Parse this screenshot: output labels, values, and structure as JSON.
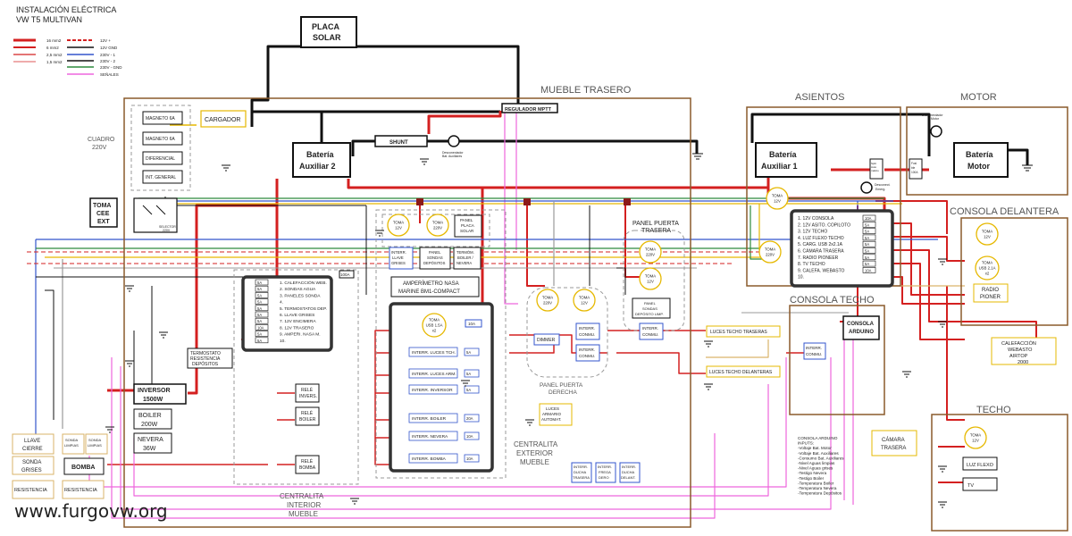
{
  "header": {
    "title_line1": "INSTALACIÓN ELÉCTRICA",
    "title_line2": "VW T5 MULTIVAN"
  },
  "legend": {
    "left": [
      "16 mm2",
      "6 mm2",
      "2,5 mm2",
      "1,5 mm2"
    ],
    "right": [
      "12V +",
      "12V GND",
      "230V - 1",
      "230V - 2",
      "230V - GND",
      "SEÑALES"
    ]
  },
  "colors": {
    "red": "#d42020",
    "black": "#111111",
    "blue": "#3355cc",
    "green": "#2e8b3e",
    "yellow": "#e6b800",
    "pink": "#ee66dd",
    "grey": "#999999",
    "tan": "#d9b36a"
  },
  "sections": {
    "mueble_trasero": "MUEBLE TRASERO",
    "asientos": "ASIENTOS",
    "motor": "MOTOR",
    "consola_delantera": "CONSOLA DELANTERA",
    "consola_techo": "CONSOLA TECHO",
    "techo": "TECHO",
    "cuadro": [
      "CUADRO",
      "220V"
    ],
    "centralita_interior": [
      "CENTRALITA",
      "INTERIOR",
      "MUEBLE"
    ],
    "centralita_exterior": [
      "CENTRALITA",
      "EXTERIOR",
      "MUEBLE"
    ],
    "panel_puerta_derecha": [
      "PANEL PUERTA",
      "DERECHA"
    ],
    "panel_puerta_trasera": [
      "PANEL PUERTA",
      "TRASERA"
    ]
  },
  "components": {
    "placa_solar": [
      "PLACA",
      "SOLAR"
    ],
    "regulador": "REGULADOR MPTT",
    "cargador": "CARGADOR",
    "magneto_1": "MAGNETO 6A",
    "magneto_2": "MAGNETO 6A",
    "diferencial": "DIFERENCIAL",
    "int_general": "INT. GENERAL",
    "shunt": "SHUNT",
    "desconectador_aux": [
      "Desconectador",
      "Bat. Auxiliares"
    ],
    "bateria_aux2": [
      "Batería",
      "Auxiliar 2"
    ],
    "bateria_aux1": [
      "Batería",
      "Auxiliar 1"
    ],
    "bateria_motor": [
      "Batería",
      "Motor"
    ],
    "desconectador_motor": [
      "Desconectador",
      "Motor"
    ],
    "toma_cee": [
      "TOMA",
      "CEE",
      "EXT"
    ],
    "selector": [
      "SELECTOR",
      "220V"
    ],
    "split_auto": [
      "Split",
      "Auto",
      "mático"
    ],
    "fusible": [
      "Fusi",
      "ble",
      "100A"
    ],
    "desconect_emerg": [
      "Desconect.",
      "Emerg."
    ],
    "amperimetro": [
      "AMPERÍMETRO NASA",
      "MARINE BM1-COMPACT"
    ],
    "panel_placa_solar": [
      "PANEL",
      "PLACA",
      "SOLAR"
    ],
    "interr_llave_grises": [
      "INTERR.",
      "LLAVE",
      "GRISES"
    ],
    "panel_sondas": [
      "PANEL",
      "SONDAS",
      "DEPÓSITOS"
    ],
    "termom_boiler": [
      "TERMÓM.",
      "BOILER /",
      "NEVERA"
    ],
    "termostato": [
      "TERMOSTATO",
      "RESISTENCIA",
      "DEPÓSITOS"
    ],
    "inversor": [
      "INVERSOR",
      "1500W"
    ],
    "boiler": [
      "BOILER",
      "200W"
    ],
    "nevera": [
      "NEVERA",
      "36W"
    ],
    "bomba": "BOMBA",
    "rele_invers": [
      "RELÉ",
      "INVERS."
    ],
    "rele_boiler": [
      "RELÉ",
      "BOILER"
    ],
    "rele_bomba": [
      "RELÉ",
      "BOMBA"
    ],
    "llave_cierre": [
      "LLAVE",
      "CIERRE"
    ],
    "sonda_grises": [
      "SONDA",
      "GRISES"
    ],
    "sonda_limpias": [
      "SONDA",
      "LIMPIAS"
    ],
    "sonda_limpias2": [
      "SONDA",
      "LIMPIAS"
    ],
    "resistencia_1": "RESISTENCIA",
    "resistencia_2": "RESISTENCIA",
    "dimmer": "DIMMER",
    "luces_traseras": "LUCES TECHO TRASERAS",
    "luces_delanteras": "LUCES TECHO DELANTERAS",
    "luces_armario": [
      "LUCES",
      "ARMARIO",
      "AUTOMAT."
    ],
    "consola_arduino": [
      "CONSOLA",
      "ARDUINO"
    ],
    "interr_conmu_techo": [
      "INTERR.",
      "CONMU."
    ],
    "calefaccion": [
      "CALEFACCIÓN",
      "WEBASTO",
      "AIRTOP",
      "2000"
    ],
    "camara": [
      "CÁMARA",
      "TRASERA"
    ],
    "radio": [
      "RADIO",
      "PIONER"
    ],
    "luz_flexo": "LUZ FLEXO",
    "tv": "TV",
    "interr_ducha": [
      "INTERR.",
      "DUCHA",
      "TRASERA"
    ],
    "interr_fregadero": [
      "INTERR.",
      "FREGA",
      "DERO"
    ],
    "interr_ducha_del": [
      "INTERR.",
      "DUCHA",
      "DELANT."
    ],
    "panel_sondas_limp": [
      "PANEL",
      "SONDAS",
      "DEPÓSITO LIMP."
    ]
  },
  "tomas": [
    {
      "label": [
        "TOMA",
        "12V"
      ]
    },
    {
      "label": [
        "TOMA",
        "220V"
      ]
    },
    {
      "label": [
        "TOMA",
        "USB 1.5A",
        "x2"
      ]
    },
    {
      "label": [
        "TOMA",
        "220V"
      ]
    },
    {
      "label": [
        "TOMA",
        "12V"
      ]
    },
    {
      "label": [
        "TOMA",
        "220V"
      ]
    },
    {
      "label": [
        "TOMA",
        "12V"
      ]
    },
    {
      "label": [
        "TOMA",
        "12V"
      ]
    },
    {
      "label": [
        "TOMA",
        "220V"
      ]
    },
    {
      "label": [
        "TOMA",
        "12V"
      ]
    },
    {
      "label": [
        "TOMA",
        "USB 2.1A",
        "x2"
      ]
    },
    {
      "label": [
        "TOMA",
        "12V"
      ]
    }
  ],
  "fusebox_left": {
    "fuses": [
      "5A",
      "5A",
      "5A",
      "5A",
      "5A",
      "5A",
      "5A",
      "10A",
      "5A",
      "5A"
    ],
    "items": [
      "1. CALEFACCIÓN WEB.",
      "2. SONDAS AGUA",
      "3. PANELES SONDA",
      "4.",
      "5. TERMOSTATOS DEP.",
      "6. LLAVE GRISES",
      "7. 12V ENCIMERA",
      "8. 12V TRASERO",
      "9. AMPERI. NASA M.",
      "10."
    ]
  },
  "fusebox_right": {
    "fuses": [
      "10A",
      "5A",
      "5A",
      "5A",
      "5A",
      "5A",
      "5A",
      "5A",
      "10A"
    ],
    "items": [
      "1. 12V CONSOLA",
      "2. 12V ASITO. COPILOTO",
      "3. 12V TECHO",
      "4. LUZ FLEXO TECHO",
      "5. CARG. USB 2x2.1A",
      "6. CÁMARA TRASERA",
      "7. RADIO PIONEER",
      "8. TV TECHO",
      "9. CALEFA. WEBASTO",
      "10."
    ]
  },
  "centralita_ext": [
    {
      "label": "INTERR. LUCES TCH.",
      "fuse": "5A"
    },
    {
      "label": "INTERR. LUCES ARM.",
      "fuse": "5A"
    },
    {
      "label": "INTERR. INVERSOR",
      "fuse": "5A"
    },
    {
      "label": "INTERR. BOILER",
      "fuse": "20A"
    },
    {
      "label": "INTERR. NEVERA",
      "fuse": "10A"
    },
    {
      "label": "INTERR. BOMBA",
      "fuse": "10A"
    }
  ],
  "fuse_toma_usb": "10A",
  "fuse_left_small": "100A",
  "interr_conmu_a": [
    "INTERR.",
    "CONMU."
  ],
  "interr_conmu_b": [
    "INTERR.",
    "CONMU."
  ],
  "interr_conmu_c": [
    "INTERR.",
    "CONMU."
  ],
  "arduino_inputs": {
    "title": [
      "CONSOLA ARDUINO",
      "INPUTS:"
    ],
    "items": [
      "-Voltaje Bat. Motor",
      "-Voltaje Bat. Auxiliares",
      "-Consumo Bat. Auxiliares",
      "-Nivel Aguas limpias",
      "-Nivel Aguas grises",
      "-Testigo Nevera",
      "-Testigo Boiler",
      "-Temperatura Boiler",
      "-Temperatura Nevera",
      "-Temperatura Depósitos"
    ]
  },
  "watermark": "www.furgovw.org"
}
